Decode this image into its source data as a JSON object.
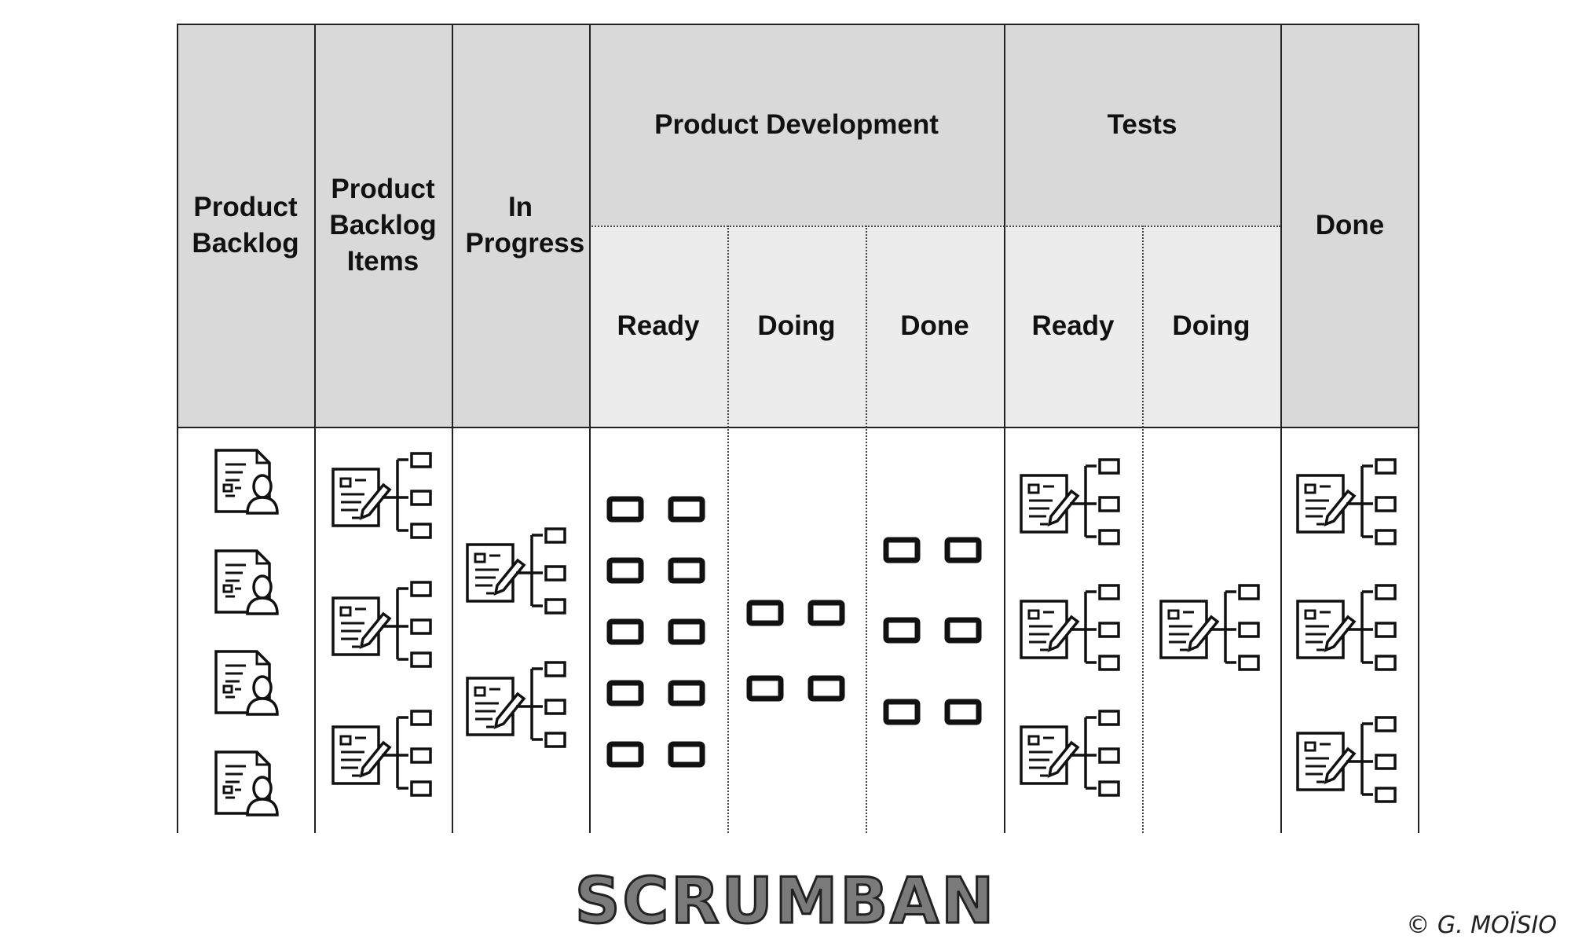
{
  "board": {
    "columns": [
      {
        "label": "Product Backlog"
      },
      {
        "label": "Product Backlog Items"
      },
      {
        "label": "In Progress"
      },
      {
        "group": "Product Development",
        "sub": [
          "Ready",
          "Doing",
          "Done"
        ]
      },
      {
        "group": "Tests",
        "sub": [
          "Ready",
          "Doing"
        ]
      },
      {
        "label": "Done"
      }
    ],
    "cards": {
      "product_backlog": {
        "icon": "user-story-document-icon",
        "count": 4
      },
      "product_backlog_items": {
        "icon": "backlog-item-breakdown-icon",
        "count": 3
      },
      "in_progress": {
        "icon": "backlog-item-breakdown-icon",
        "count": 2
      },
      "dev_ready": {
        "icon": "task-card-icon",
        "count": 10
      },
      "dev_doing": {
        "icon": "task-card-icon",
        "count": 4
      },
      "dev_done": {
        "icon": "task-card-icon",
        "count": 6
      },
      "tests_ready": {
        "icon": "backlog-item-breakdown-icon",
        "count": 3
      },
      "tests_doing": {
        "icon": "backlog-item-breakdown-icon",
        "count": 1
      },
      "done": {
        "icon": "backlog-item-breakdown-icon",
        "count": 3
      }
    }
  },
  "title": "SCRUMBAN",
  "credit": "© G. MOÏSIO"
}
